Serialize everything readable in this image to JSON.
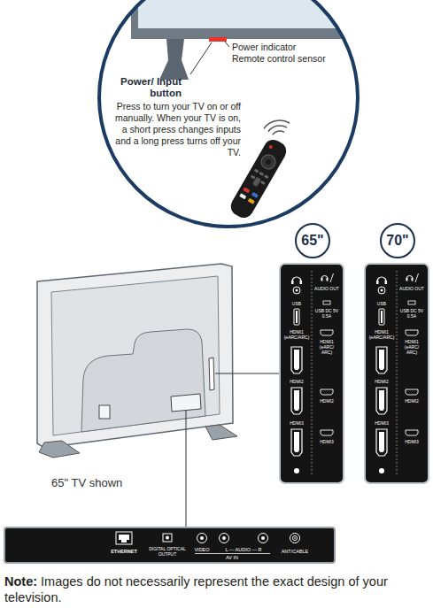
{
  "diagram": {
    "nodes": [
      {
        "text": [
          "65\""
        ]
      },
      {
        "text": [
          "70\""
        ]
      },
      {
        "text": [
          "USB",
          "HDMI1 (eARC/ARC)",
          "HDMI2",
          "HDMI3",
          "AUDIO OUT",
          "USB DC 5V 0.5A",
          "HDMI1 (eARC/ ARC)",
          "HDMI2",
          "HDMI3"
        ]
      },
      {
        "text": [
          "USB",
          "HDMI1 (eARC/ARC)",
          "HDMI2",
          "HDMI3",
          "AUDIO OUT",
          "USB DC 5V 0.5A",
          "HDMI1 (eARC/ ARC)",
          "HDMI2",
          "HDMI3"
        ]
      },
      {
        "text": [
          "ETHERNET",
          "DIGITAL OPTICAL OUTPUT",
          "VIDEO",
          "L — AUDIO — R",
          "AV IN",
          "ANT/CABLE"
        ]
      }
    ],
    "labels": [
      "Power/ Input button",
      "Press to turn your TV on or off manually. When your TV is on, a short press changes inputs and a long press turns off your TV.",
      "Power indicator",
      "Remote control sensor",
      "65\" TV shown",
      "Note:",
      "Images do not necessarily represent the exact design of your television."
    ]
  }
}
